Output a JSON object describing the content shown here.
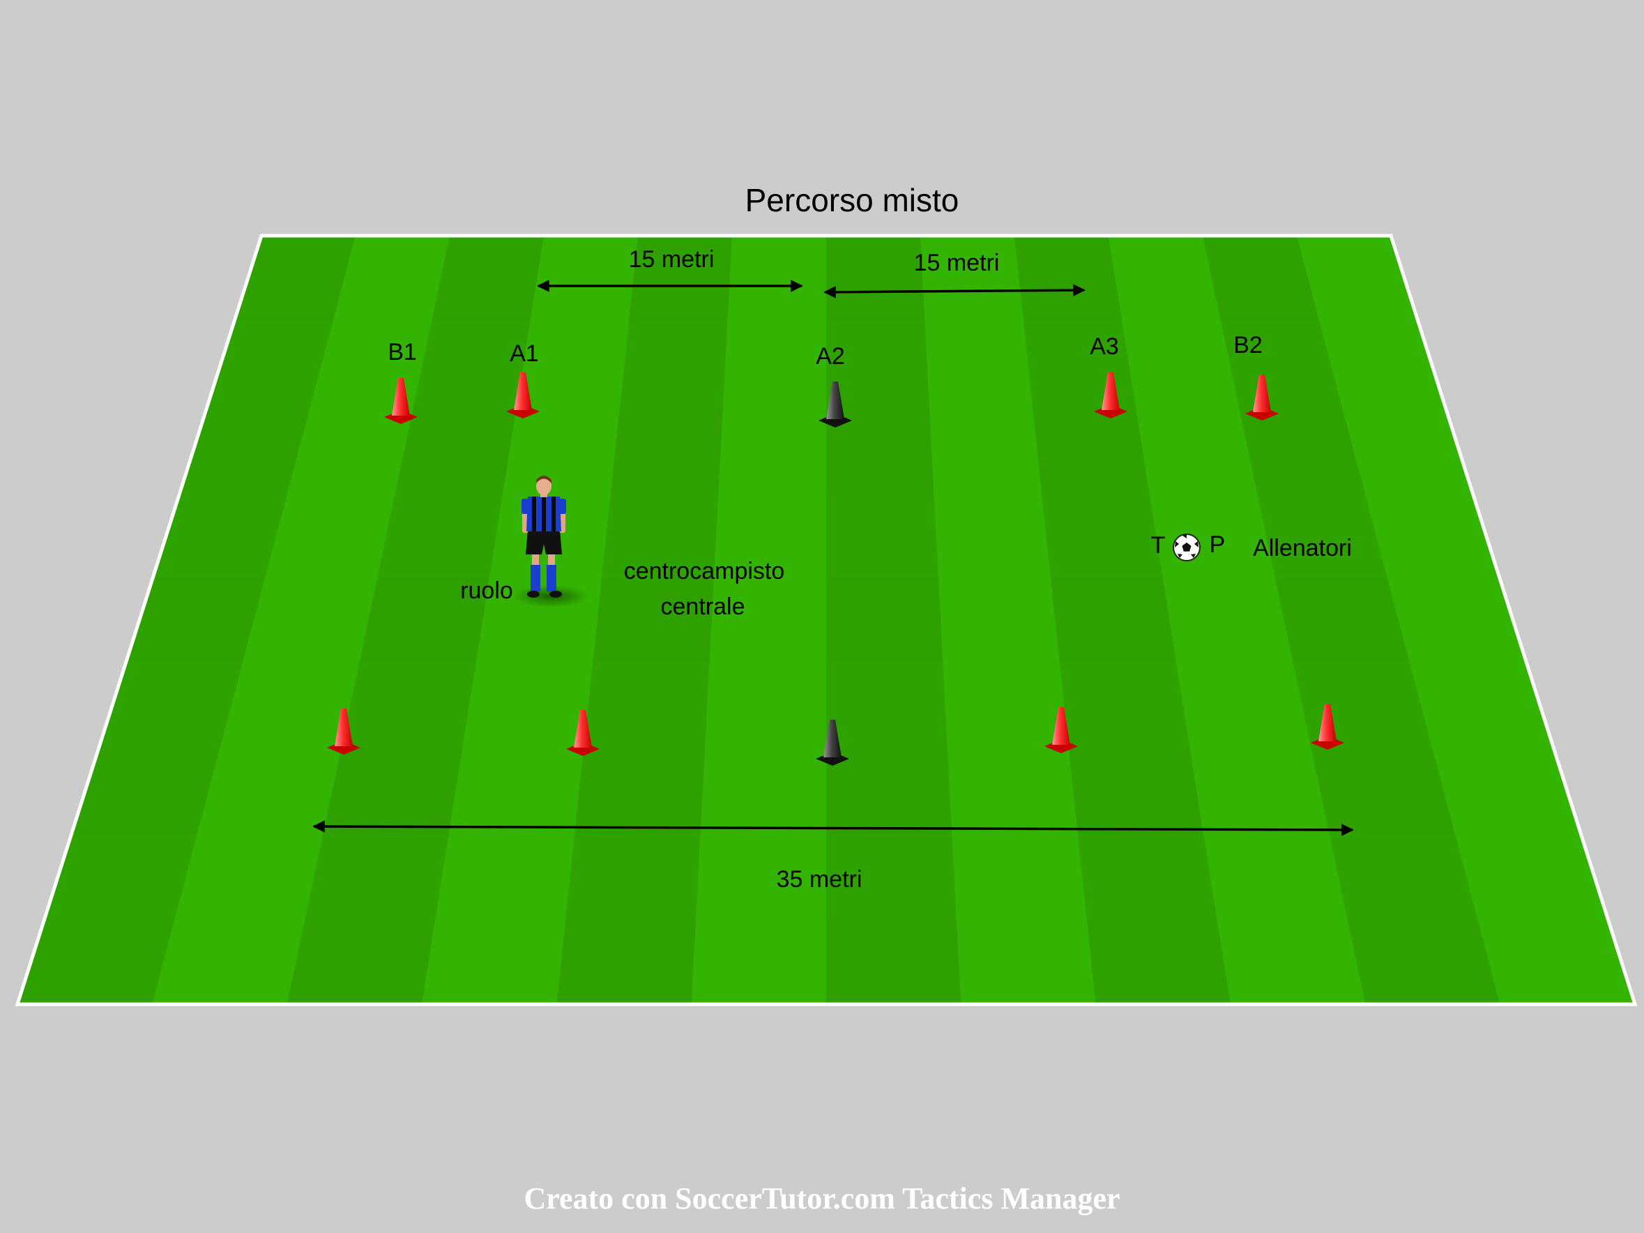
{
  "title": "Percorso misto",
  "measures": {
    "top_left": "15 metri",
    "top_right": "15 metri",
    "bottom": "35 metri"
  },
  "cones": {
    "b1": "B1",
    "a1": "A1",
    "a2": "A2",
    "a3": "A3",
    "b2": "B2"
  },
  "player": {
    "role_label": "ruolo",
    "position_line1": "centrocampisto",
    "position_line2": "centrale"
  },
  "coaches": {
    "left_letter": "T",
    "right_letter": "P",
    "label": "Allenatori"
  },
  "footer": "Creato con SoccerTutor.com Tactics Manager",
  "colors": {
    "background": "#cccccc",
    "pitch_light": "#33b400",
    "pitch_dark": "#2ea000",
    "border": "#ffffff",
    "cone_red": "#ff2a2a",
    "cone_black": "#333333",
    "shirt_blue": "#1a3fcf"
  }
}
